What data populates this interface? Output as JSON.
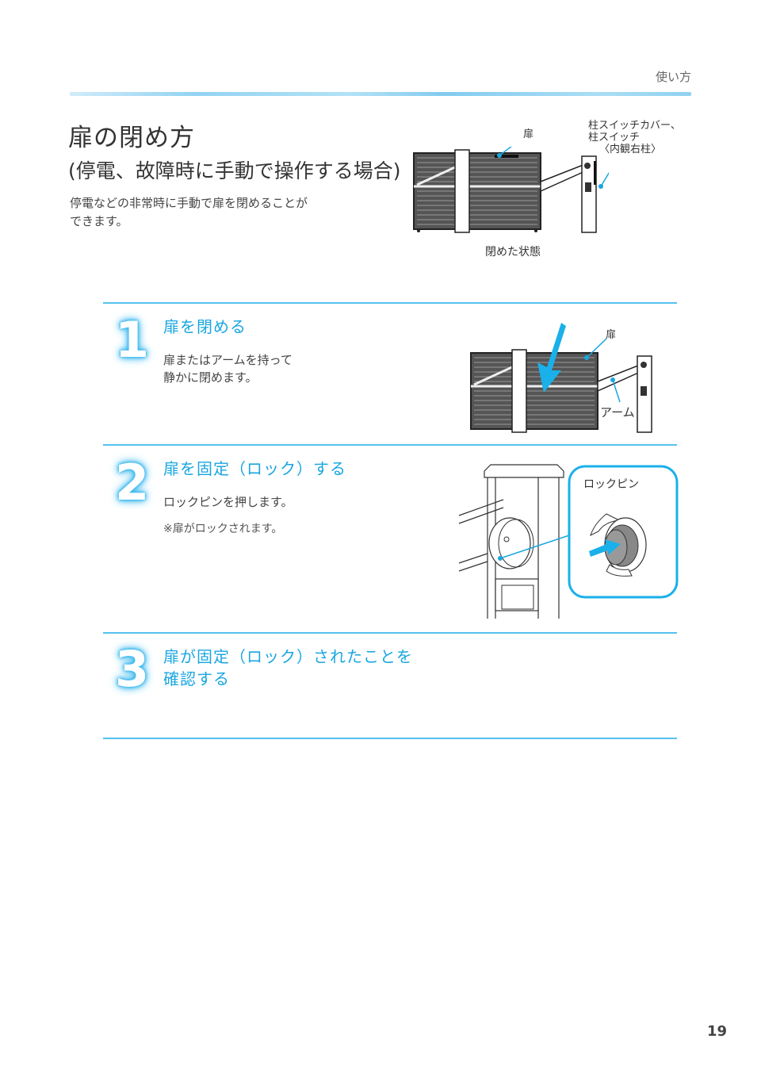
{
  "header": {
    "section_label": "使い方"
  },
  "intro": {
    "title": "扉の閉め方",
    "subtitle": "(停電、故障時に手動で操作する場合)",
    "description_line1": "停電などの非常時に手動で扉を閉めることが",
    "description_line2": "できます。"
  },
  "overview_figure": {
    "callout_door": "扉",
    "callout_switch_line1": "柱スイッチカバー、",
    "callout_switch_line2": "柱スイッチ",
    "callout_switch_line3": "〈内観右柱〉",
    "caption": "閉めた状態"
  },
  "steps": [
    {
      "number": "1",
      "title": "扉を閉める",
      "body_line1": "扉またはアームを持って",
      "body_line2": "静かに閉めます。",
      "figure": {
        "callout_door": "扉",
        "callout_arm": "アーム"
      }
    },
    {
      "number": "2",
      "title": "扉を固定（ロック）する",
      "body_line1": "ロックピンを押します。",
      "note": "※扉がロックされます。",
      "figure": {
        "callout_lockpin": "ロックピン"
      }
    },
    {
      "number": "3",
      "title_line1": "扉が固定（ロック）されたことを",
      "title_line2": "確認する"
    }
  ],
  "footer": {
    "page_number": "19"
  },
  "colors": {
    "accent": "#1aa6e0",
    "rule": "#55c1ee",
    "text": "#333333"
  }
}
